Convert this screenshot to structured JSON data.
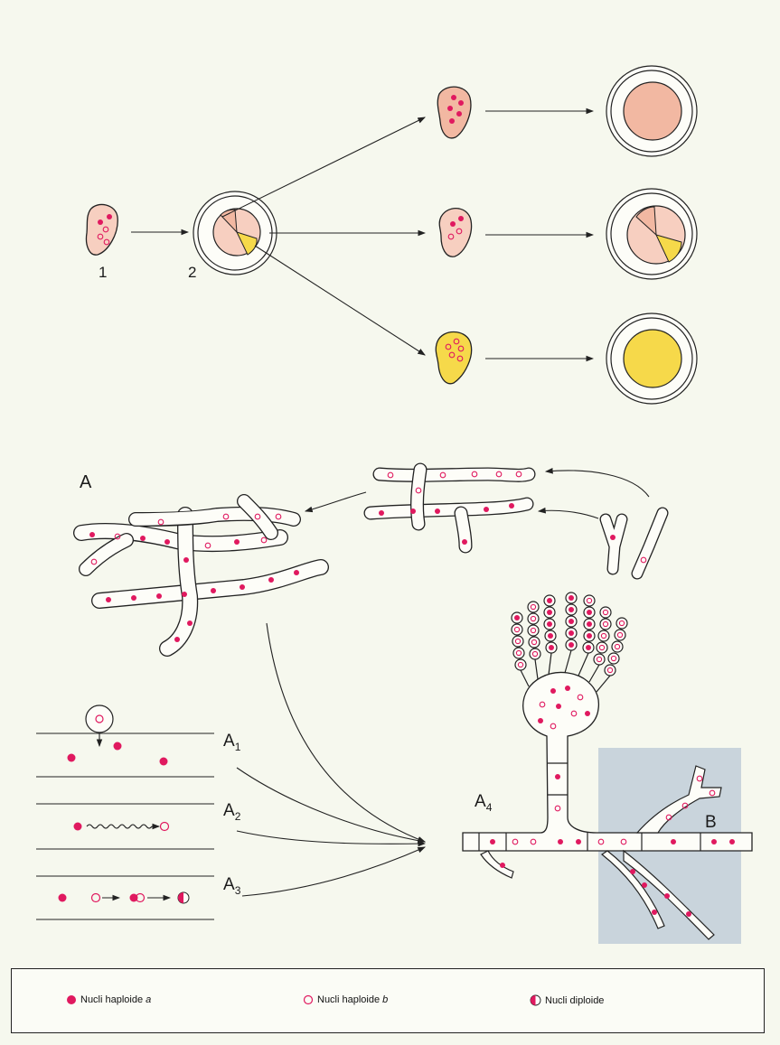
{
  "labels": {
    "n1": "1",
    "n2": "2",
    "A": "A",
    "A1": "A",
    "A1_sub": "1",
    "A2": "A",
    "A2_sub": "2",
    "A3": "A",
    "A3_sub": "3",
    "A4": "A",
    "A4_sub": "4",
    "B": "B"
  },
  "legend": {
    "haploid_a": "Nucli haploide ",
    "haploid_a_letter": "a",
    "haploid_b": "Nucli haploide ",
    "haploid_b_letter": "b",
    "diploid": "Nucli diploide"
  },
  "colors": {
    "nucleus": "#e0195f",
    "peach": "#f2b8a2",
    "light_pink": "#f7cfc0",
    "yellow": "#f6d94a",
    "grey_box": "#c9d4dc"
  }
}
